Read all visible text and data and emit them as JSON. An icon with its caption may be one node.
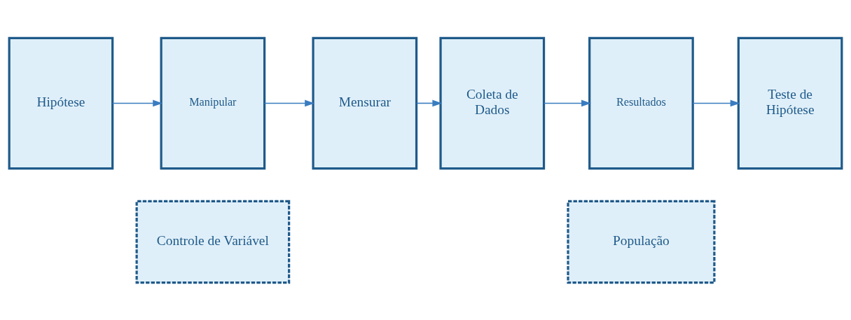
{
  "diagram": {
    "nodes": [
      {
        "text": [
          "Controle de Variável"
        ]
      },
      {
        "text": [
          "População"
        ]
      },
      {
        "text": [
          "Hipótese"
        ]
      },
      {
        "text": [
          "Manipular"
        ]
      },
      {
        "text": [
          "Mensurar"
        ]
      },
      {
        "text": [
          "Coleta de Dados"
        ]
      },
      {
        "text": [
          "Resultados"
        ]
      },
      {
        "text": [
          "Teste de Hipótese"
        ]
      }
    ],
    "edges": [
      {
        "from": 2,
        "to": 3,
        "arrow": "to"
      },
      {
        "from": 3,
        "to": 4,
        "arrow": "to"
      },
      {
        "from": 4,
        "to": 5,
        "arrow": "to"
      },
      {
        "from": 5,
        "to": 6,
        "arrow": "to"
      },
      {
        "from": 6,
        "to": 7,
        "arrow": "to"
      }
    ]
  }
}
